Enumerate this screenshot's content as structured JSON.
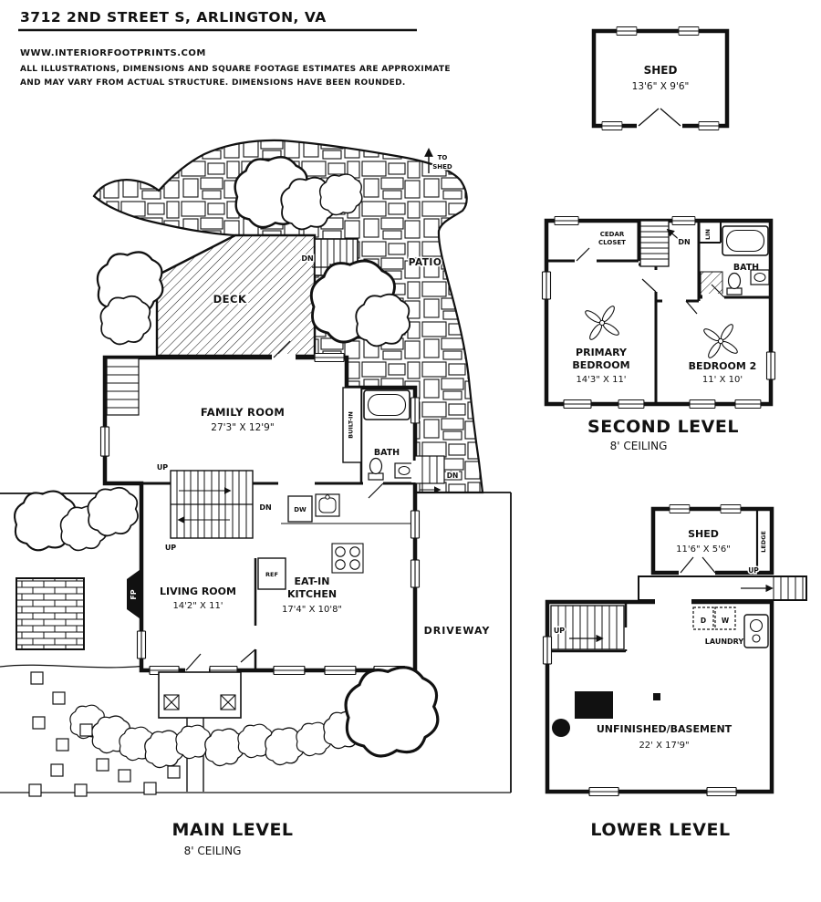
{
  "header": {
    "title": "3712 2ND STREET S, ARLINGTON, VA",
    "website": "WWW.INTERIORFOOTPRINTS.COM",
    "disclaimer1": "ALL ILLUSTRATIONS, DIMENSIONS AND SQUARE FOOTAGE ESTIMATES ARE APPROXIMATE",
    "disclaimer2": "AND MAY VARY FROM ACTUAL STRUCTURE. DIMENSIONS HAVE BEEN ROUNDED."
  },
  "shed_plan": {
    "name": "SHED",
    "dims": "13'6\" X 9'6\""
  },
  "second_level": {
    "title": "SECOND LEVEL",
    "ceiling": "8' CEILING",
    "cedar1": "CEDAR",
    "cedar2": "CLOSET",
    "dn": "DN",
    "lin": "LIN",
    "bath": "BATH",
    "primary1": "PRIMARY",
    "primary2": "BEDROOM",
    "primary_dims": "14'3\" X 11'",
    "bedroom2": "BEDROOM 2",
    "bedroom2_dims": "11' X 10'"
  },
  "main_level": {
    "title": "MAIN LEVEL",
    "ceiling": "8' CEILING",
    "to1": "TO",
    "to2": "SHED",
    "patio": "PATIO",
    "deck": "DECK",
    "deck_dn": "DN",
    "family_room": "FAMILY ROOM",
    "family_dims": "27'3\" X 12'9\"",
    "built_in": "BUILT-IN",
    "bath": "BATH",
    "side_dn": "DN",
    "stair_up_top": "UP",
    "stair_dn": "DN",
    "stair_up_bottom": "UP",
    "dw": "DW",
    "ref": "REF",
    "fp": "FP",
    "living_room": "LIVING ROOM",
    "living_dims": "14'2\" X 11'",
    "kitchen1": "EAT-IN",
    "kitchen2": "KITCHEN",
    "kitchen_dims": "17'4\" X 10'8\"",
    "driveway": "DRIVEWAY"
  },
  "lower_level": {
    "title": "LOWER LEVEL",
    "shed": "SHED",
    "shed_dims": "11'6\" X 5'6\"",
    "ledge": "LEDGE",
    "corridor_up": "UP",
    "stair_up": "UP",
    "d": "D",
    "w": "W",
    "laundry": "LAUNDRY",
    "basement": "UNFINISHED/BASEMENT",
    "basement_dims": "22' X 17'9\""
  }
}
